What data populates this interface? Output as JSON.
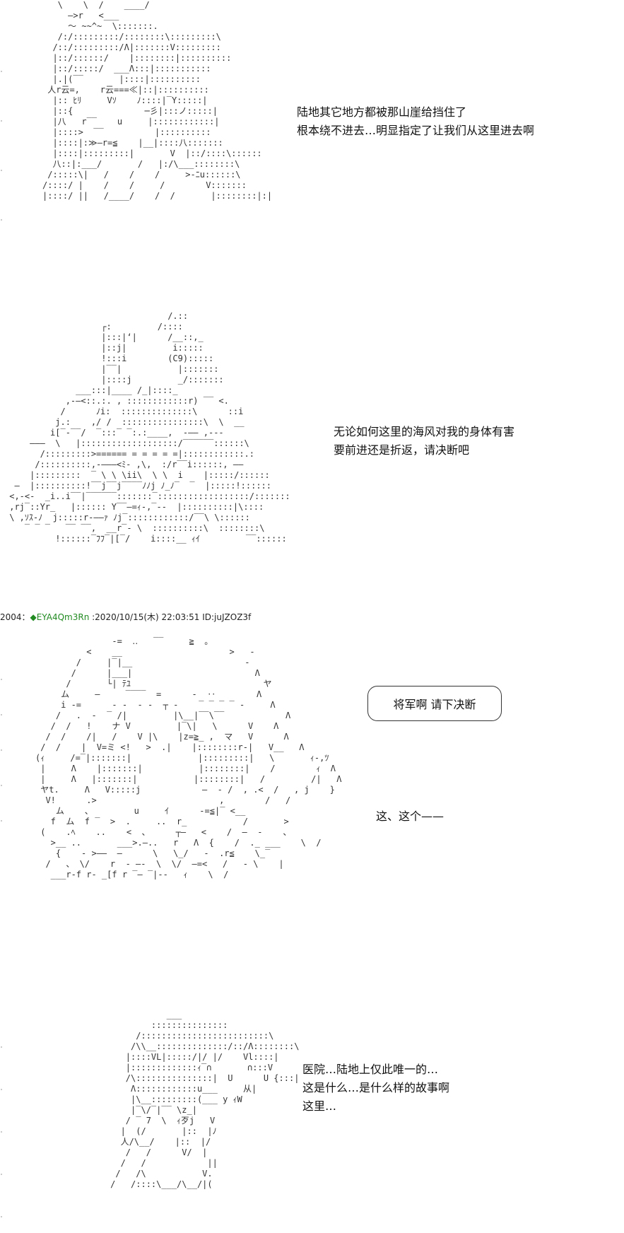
{
  "panels": [
    {
      "art": "   \\    \\  /    ____/\n     ―>r   <___\n     ～ ~~^~  \\:::::::.\n   /:/:::::::::/::::::::\\:::::::::\\\n  /::/:::::::::/Λ|:::::::V:::::::::\n  |::/::::::/    |::::::::|::::::::::\n  |::/:::::/  ___Λ:::|:::::::::::\n  |.|(‾‾       |::::|::::::::::\n 人r云=,    r云===≪|::|::::::::::\n  |:: ﾋﾘ     Vｿ    ﾉ::::|‾Y:::::|\n  |::{              ─彡|:::ノ:::::|\n  |八   r‾‾    u     |::::::::::::|\n  |::::>  ‾‾          |::::::::::\n  |::::|:≫―r=≦    |__|::::八:::::::\n  |::::|:::::::::|       V  |::/::::\\::::::\n  八::|:___/       /   |:/\\___::::::::\\\n /:::::\\|   /    /    /     >‐ﾆu::::::\\\n/::::/ |    /    /     /        V:::::::\n|::::/ ||   /____/    /  /       |::::::::|:|",
      "lines": [
        "陆地其它地方都被那山崖给挡住了",
        "根本绕不进去…明显指定了让我们从这里进去啊"
      ]
    },
    {
      "art": "                                /.::\n                   ┌:         /::::\n                   |:::|‘|      /__::,_\n                   |::j|         i:::::\n                   !:::i        (C9):::::\n                   |‾‾|           |:::::::\n                   |::::j         _/:::::::\n              ___:::|____ /_|::::_\n            ,-―<::.:. , ::::::::::::r) ‾‾ <.\n           /      ﾉi:  ::::::::::::::\\      ::i\n          j.:    ,/ /  ::::::::::::::::\\  \\  __\n         i[‾‐‾‾/  ‾:::‾ ‾:.:____,  ‐―― ,‐‐‐\n     ―――  \\   |:::::::::::::::::::/‾‾‾‾‾‾::::::\\\n       /:::::::::>====== = = = = =|::::::::::::.:\n      /::::::::::,‐―――<ﾐ‐ ,\\,  :/r‾‾i::::::, ――\n     |:::::::::  ‾ \\ \\ \\ii\\  \\ \\  i    |:::::/::::::\n  ―  |::::::::::!‾‾j‾‾j‾‾‾‾ﾉﾉj ﾉ_ﾉ‾  ‾  |:::::!::::::\n <,‐<‐  _i..i‾‾|‾‾‾‾‾‾:::::::‾::::::::::::::::::/:::::::\n ,rj‾::Yr_   |:::::: Y‾‾―=ｨ‐,‾‐‐  |::::::::::|\\::::\n \\ ,ｿｽ‐ﾉ  j:::::r‐――ｧ ﾉj‾::::::::::::/‾‾\\ \\::::::\n    ‾ ‾ ‾   ‾‾ ‾‾,  __r‾‐ \\  ::::::::::\\  ::::::::\\\n          !::::::‾ﾌﾌ‾|[‾/    i::::__ ｨｲ         ‾‾::::::",
      "lines": [
        "无论如何这里的海风对我的身体有害",
        "要前进还是折返，请决断吧"
      ]
    },
    {
      "header": {
        "number": "2004：",
        "trip": "◆EYA4Qm3Rn",
        "date": " :2020/10/15(木) 22:03:51 ID:juJZOZ3f"
      },
      "art": "               -=  ‥   ‾‾     ≧  。\n          <    __                     >   ‐\n        /     |‾|__                      ‐\n       /      |___|                        Λ\n      /       └| ﾃﾕ                          ヤ\n     ム     ―     ‾‾‾‾  =      ‐  ‥        Λ\n     i -=      ‐ -  ‐ ‐  ┬ ‐    ‾ ‾ ‾ ‾ ‐     Λ\n    /   .  ‐  ‾ /|         |\\__|‾‾\\‾‾            Λ\n   /  /   !    ナ V         |‾\\|   \\      V    Λ\n  /  /    /|   /    V |\\    |z=≧_ ,  マ   V      Λ\n /  /    |  V=ミ <!   >  .|    |::::::::r‐|   V__   Λ\n(ｨ     /=‾|:::::::|             |:::::::::|   \\       ｨ-,ﾂ\n |     Λ    |:::::::|           |::::::::|    /        ｨ  Λ\n |     Λ   |:::::::|           |::::::::|   /         /|   Λ\n ヤt.     Λ   V:::::j            ―  ‐ /  , .<  /   , j    }\n  V!      .>                        ,        /   /\n    ム    、        u     ｲ      -=≦|‾ <__\n   f  ム  f ‾  >  .     ..  r_           /       >\n (    .ﾍ    ..    <  、     ┬―   <    /  ―  ‐    、\n   >__ ..       ___>.―..   r   Λ  {    /  ._ ___    \\  /\n    {    ‐ >――  ―      \\   \\_/   ‐  .r≦    \\_‾\n  /   、 \\/    r  ‐ ―‐  \\  \\/  ―=<   /   ‐ \\    |\n   ___r‐f r‐ _[f r ‾― ‾|‐‐   ｨ    \\  /",
      "bubble": "将军啊  请下决断",
      "lines": [
        "这、这个——"
      ]
    },
    {
      "art": "                ___\n             :::::::::::::::\n          /:::::::::::::::::::::::::\\\n         /\\\\__::::::::::::::/::/Λ::::::::\\\n        |::::VL|:::::/|/ |/    Vl::::|\n        |:::::::::::::ｨ‾∩       ∩:::V\n        /\\:::::::::::::::|  U      U {:::|\n         Λ::::::::::::u___     从|\n         |\\__:::::::::(___ y ｨW\n         |‾\\/‾|‾‾ \\z_|\n        / ‾ 7  \\  ｨ歹j   V\n       |  (/       |::  |ﾉ\n       人/\\__/    |::  |/\n        /   /      V/  |\n       /   /            ||\n      /   /\\           V.\n     /   /::::\\___/\\__/|(",
      "lines": [
        "医院…陆地上仅此唯一的…",
        "这是什么…是什么样的故事啊",
        "这里…"
      ]
    }
  ]
}
